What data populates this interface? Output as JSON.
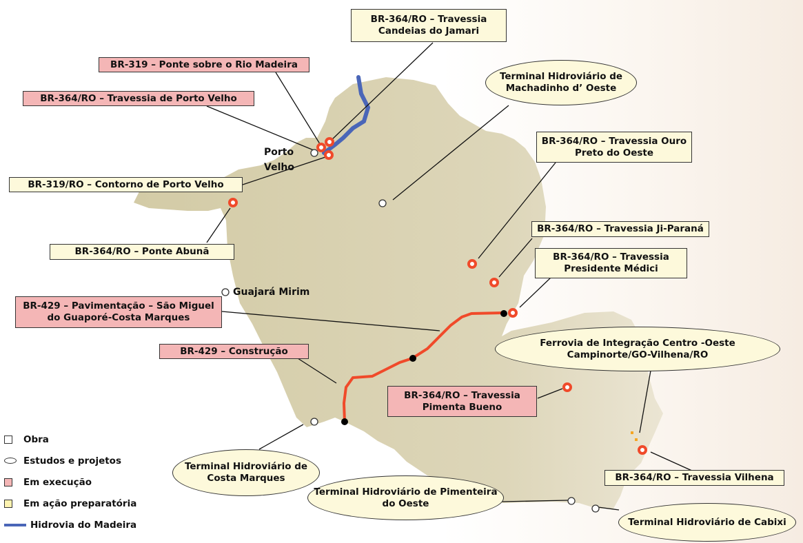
{
  "labels": {
    "candeias": "BR-364/RO – Travessia\nCandeias do Jamari",
    "ponte_madeira": "BR-319 – Ponte sobre o Rio Madeira",
    "travessia_pvh": "BR-364/RO – Travessia de Porto Velho",
    "contorno_pvh": "BR-319/RO – Contorno de Porto Velho",
    "ponte_abuna": "BR-364/RO – Ponte Abunã",
    "br429_pav": "BR-429 – Pavimentação – São Miguel\ndo Guaporé-Costa Marques",
    "br429_cons": "BR-429 – Construção",
    "machadinho": "Terminal Hidroviário de\nMachadinho d’ Oeste",
    "ouro_preto": "BR-364/RO – Travessia Ouro\nPreto do Oeste",
    "ji_parana": "BR-364/RO – Travessia Ji-Paraná",
    "pres_medici": "BR-364/RO – Travessia\nPresidente Médici",
    "ferrovia": "Ferrovia de Integração Centro -Oeste\nCampinorte/GO-Vilhena/RO",
    "pimenta_bueno": "BR-364/RO – Travessia\nPimenta Bueno",
    "vilhena": "BR-364/RO – Travessia Vilhena",
    "costa_marques": "Terminal Hidroviário de\nCosta Marques",
    "pimenteira": "Terminal Hidroviário de Pimenteira\ndo Oeste",
    "cabixi": "Terminal Hidroviário de Cabixi"
  },
  "cities": {
    "porto_velho": "Porto\nVelho",
    "guajara": "Guajará Mirim"
  },
  "legend": {
    "obra": "Obra",
    "estudos": "Estudos e projetos",
    "execucao": "Em execução",
    "preparatoria": "Em ação preparatória",
    "hidrovia": "Hidrovia do Madeira"
  },
  "colors": {
    "execucao": "#f4b6b6",
    "preparatoria": "#fdf9db",
    "hidrovia": "#4a66b8",
    "road": "#f04a2a",
    "state_fill": "#d9d2b2"
  }
}
